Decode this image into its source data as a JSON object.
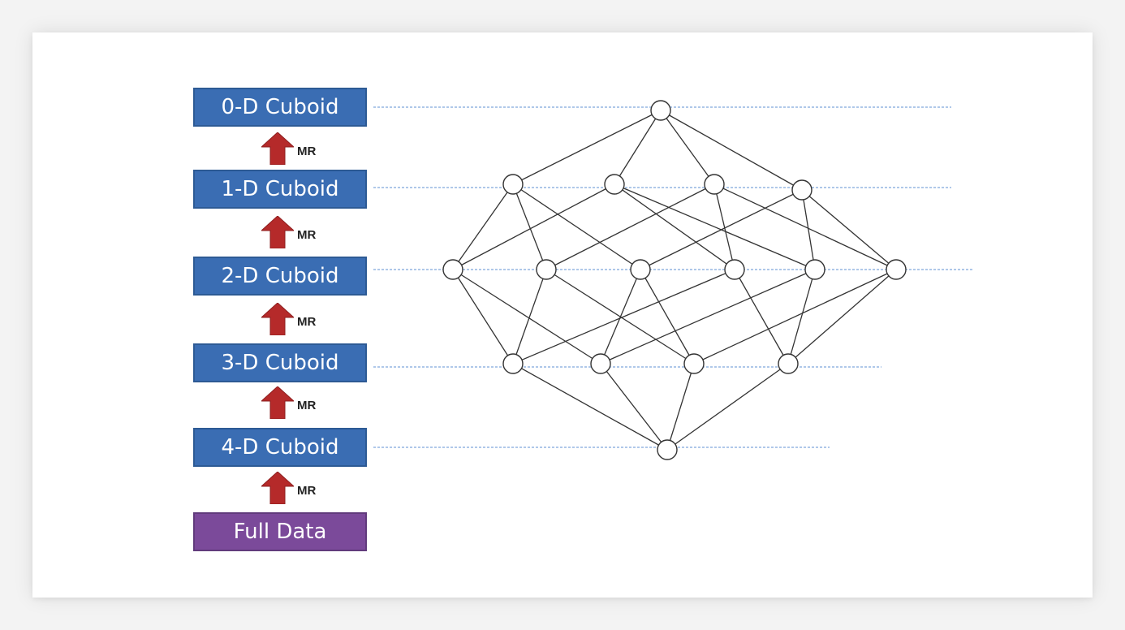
{
  "levels": [
    {
      "label": "0-D Cuboid"
    },
    {
      "label": "1-D Cuboid"
    },
    {
      "label": "2-D Cuboid"
    },
    {
      "label": "3-D Cuboid"
    },
    {
      "label": "4-D Cuboid"
    }
  ],
  "full_data_label": "Full Data",
  "mr_label": "MR",
  "colors": {
    "cuboid": "#3a6db3",
    "full_data": "#7b4a9a",
    "arrow": "#b52a2a",
    "level_line": "#7fa6dc",
    "edge": "#333333"
  }
}
